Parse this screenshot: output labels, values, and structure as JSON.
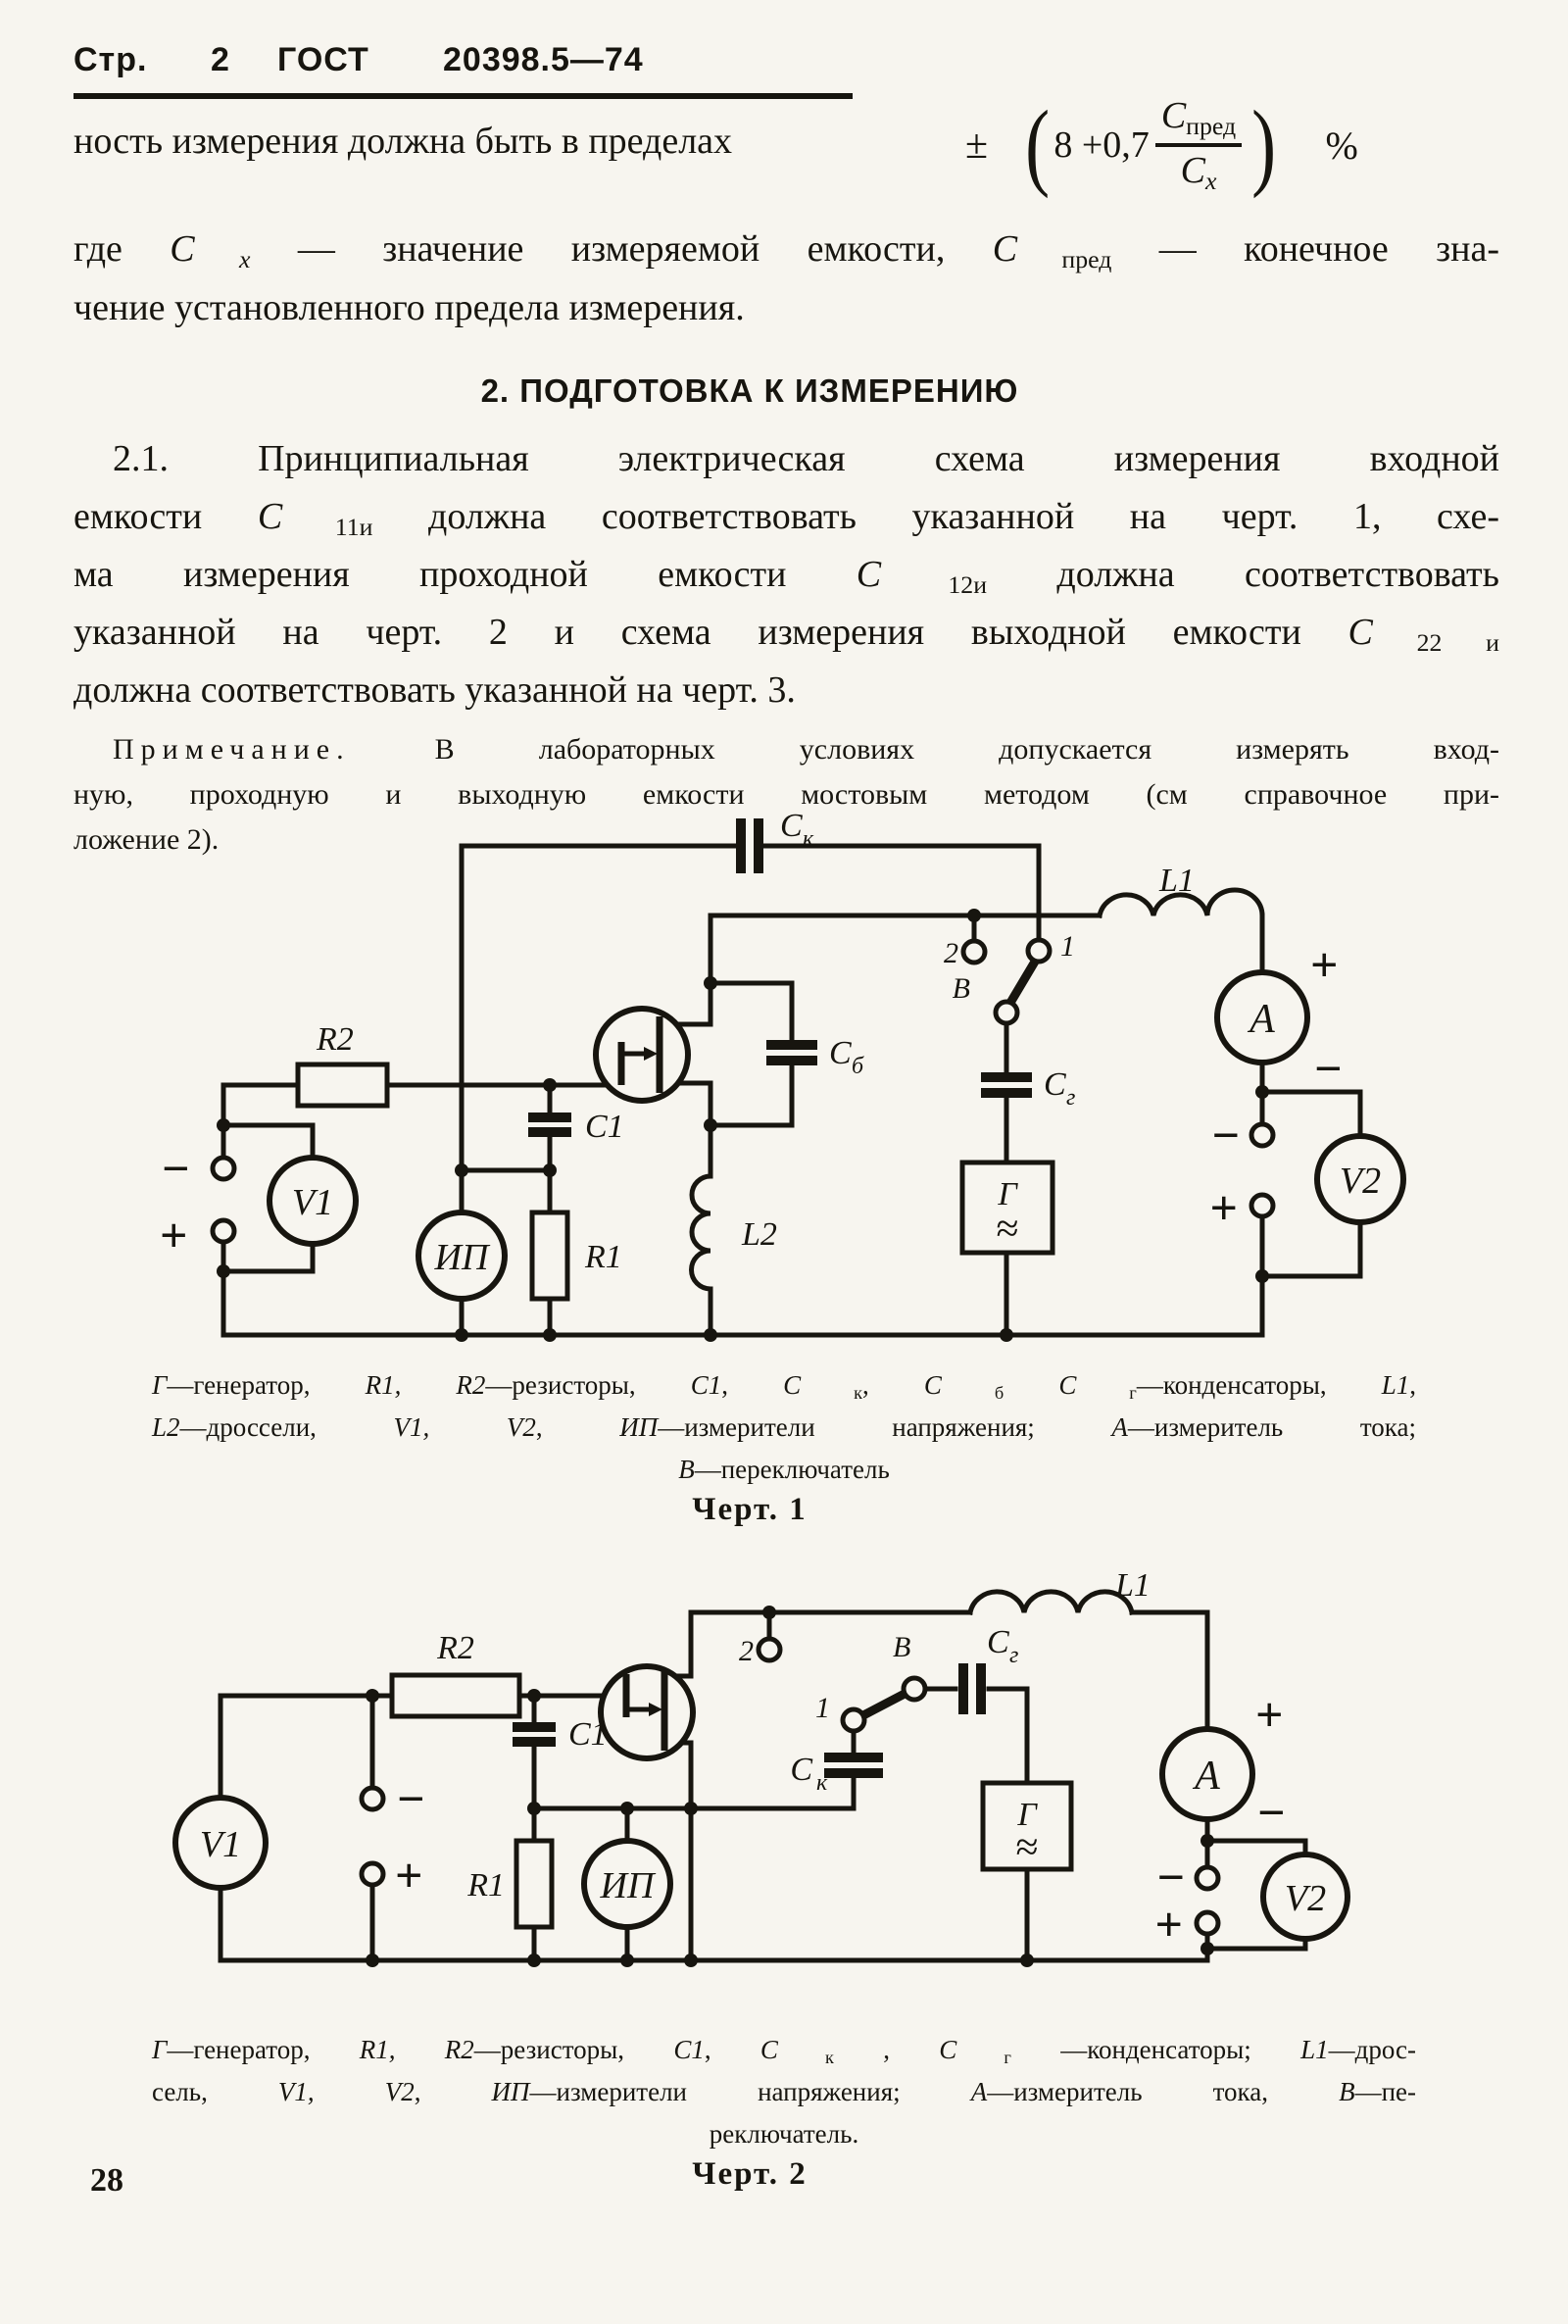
{
  "page": {
    "number": "28"
  },
  "header": {
    "page_label": "Стр.",
    "page_num": "2",
    "org": "ГОСТ",
    "doc": "20398.5—74"
  },
  "intro": {
    "line1": "ность измерения должна  быть в  пределах",
    "formula": {
      "pm": "±",
      "lparen": "(",
      "coeff": "8 +0,7",
      "num_b": "C",
      "num_s": "пред",
      "den_b": "C",
      "den_s": "x",
      "rparen": ")",
      "pct": "%"
    },
    "line2": [
      {
        "t": "где "
      },
      {
        "t": "C",
        "c": "it"
      },
      {
        "t": " x",
        "c": "itsub"
      },
      {
        "t": " — значение измеряемой емкости, "
      },
      {
        "t": "C",
        "c": "it"
      },
      {
        "t": " пред",
        "c": "sub"
      },
      {
        "t": " — конечное зна-"
      }
    ],
    "line3": "чение установленного предела измерения."
  },
  "section2": {
    "title": "2. ПОДГОТОВКА К ИЗМЕРЕНИЮ"
  },
  "para21": {
    "lines": [
      [
        {
          "t": "2.1. Принципиальная электрическая схема измерения входной"
        }
      ],
      [
        {
          "t": "емкости "
        },
        {
          "t": "C",
          "c": "it"
        },
        {
          "t": " 11и",
          "c": "sub"
        },
        {
          "t": " должна соответствовать указанной на черт. 1, схе-"
        }
      ],
      [
        {
          "t": "ма измерения проходной емкости "
        },
        {
          "t": "C",
          "c": "it"
        },
        {
          "t": " 12и",
          "c": "sub"
        },
        {
          "t": " должна соответствовать"
        }
      ],
      [
        {
          "t": "указанной на черт. 2 и схема измерения выходной емкости "
        },
        {
          "t": "C",
          "c": "it"
        },
        {
          "t": " 22 и",
          "c": "sub"
        }
      ],
      [
        {
          "t": "должна соответствовать указанной на черт. 3."
        }
      ]
    ]
  },
  "note": {
    "lines": [
      [
        {
          "t": "Примечание.",
          "c": "sp"
        },
        {
          "t": " В лабораторных условиях допускается измерять вход-"
        }
      ],
      [
        {
          "t": "ную, проходную и выходную емкости мостовым методом (см справочное при-"
        }
      ],
      [
        {
          "t": "ложение 2)."
        }
      ]
    ]
  },
  "fig1": {
    "labels": {
      "ck": {
        "b": "C",
        "s": "к"
      },
      "cb": {
        "b": "C",
        "s": "б"
      },
      "cg": {
        "b": "C",
        "s": "г"
      },
      "l1": "L1",
      "l2": "L2",
      "r1": "R1",
      "r2": "R2",
      "c1": "C1",
      "gen": "Г",
      "wave": "≈",
      "sw": "В",
      "pos1": "1",
      "pos2": "2",
      "v1": "V1",
      "v2": "V2",
      "amp": "А",
      "ip": "ИП",
      "plus": "+",
      "minus": "−"
    },
    "caption": [
      [
        {
          "t": "Г",
          "c": "it"
        },
        {
          "t": "—генератор, "
        },
        {
          "t": "R1, R2",
          "c": "it"
        },
        {
          "t": "—резисторы, "
        },
        {
          "t": "C1",
          "c": "it"
        },
        {
          "t": ", "
        },
        {
          "t": "C",
          "c": "it"
        },
        {
          "t": " к",
          "c": "sub"
        },
        {
          "t": ", "
        },
        {
          "t": "C",
          "c": "it"
        },
        {
          "t": " б",
          "c": "sub"
        },
        {
          "t": " "
        },
        {
          "t": "C",
          "c": "it"
        },
        {
          "t": " г",
          "c": "sub"
        },
        {
          "t": "—конденсаторы, "
        },
        {
          "t": "L1",
          "c": "it"
        },
        {
          "t": ","
        }
      ],
      [
        {
          "t": "L2",
          "c": "it"
        },
        {
          "t": "—дроссели, "
        },
        {
          "t": "V1, V2",
          "c": "it"
        },
        {
          "t": ", "
        },
        {
          "t": "ИП",
          "c": "it"
        },
        {
          "t": "—измерители напряжения; "
        },
        {
          "t": "А",
          "c": "it"
        },
        {
          "t": "—измеритель тока;"
        }
      ],
      [
        {
          "t": "В",
          "c": "it"
        },
        {
          "t": "—переключатель"
        }
      ]
    ],
    "title": "Черт. 1"
  },
  "fig2": {
    "labels": {
      "ck": {
        "b": "C",
        "s": "к"
      },
      "cg": {
        "b": "C",
        "s": "г"
      },
      "l1": "L1",
      "r1": "R1",
      "r2": "R2",
      "c1": "C1",
      "gen": "Г",
      "wave": "≈",
      "sw": "В",
      "pos1": "1",
      "pos2": "2",
      "v1": "V1",
      "v2": "V2",
      "amp": "А",
      "ip": "ИП",
      "plus": "+",
      "minus": "−"
    },
    "caption": [
      [
        {
          "t": "Г",
          "c": "it"
        },
        {
          "t": "—генератор, "
        },
        {
          "t": "R1, R2",
          "c": "it"
        },
        {
          "t": "—резисторы, "
        },
        {
          "t": "C1",
          "c": "it"
        },
        {
          "t": ", "
        },
        {
          "t": "C",
          "c": "it"
        },
        {
          "t": " к",
          "c": "sub"
        },
        {
          "t": " , "
        },
        {
          "t": "C",
          "c": "it"
        },
        {
          "t": " г",
          "c": "sub"
        },
        {
          "t": " —конденсаторы; "
        },
        {
          "t": "L1",
          "c": "it"
        },
        {
          "t": "—дрос-"
        }
      ],
      [
        {
          "t": "сель, "
        },
        {
          "t": "V1, V2",
          "c": "it"
        },
        {
          "t": ", "
        },
        {
          "t": "ИП",
          "c": "it"
        },
        {
          "t": "—измерители напряжения; "
        },
        {
          "t": "А",
          "c": "it"
        },
        {
          "t": "—измеритель тока, "
        },
        {
          "t": "В",
          "c": "it"
        },
        {
          "t": "—пе-"
        }
      ],
      [
        {
          "t": "реключатель."
        }
      ]
    ],
    "title": "Черт. 2"
  }
}
